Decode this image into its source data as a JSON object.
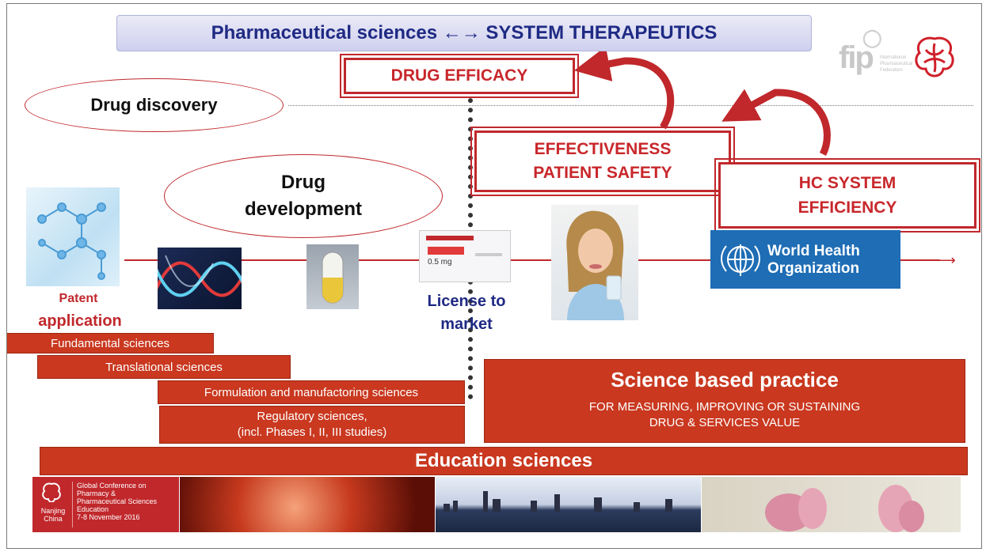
{
  "title": "Pharmaceutical sciences ←→ SYSTEM THERAPEUTICS",
  "fip_logo": {
    "text": "fip",
    "small_text": [
      "International",
      "Pharmaceutical",
      "Federation"
    ]
  },
  "boxes": {
    "drug_efficacy": "DRUG EFFICACY",
    "effectiveness": [
      "EFFECTIVENESS",
      "PATIENT SAFETY"
    ],
    "hc_system": [
      "HC SYSTEM",
      "EFFICIENCY"
    ]
  },
  "ellipses": {
    "discovery": "Drug discovery",
    "development": [
      "Drug",
      "development"
    ]
  },
  "labels": {
    "patent": "Patent",
    "application": "application",
    "license": [
      "License to",
      "market"
    ]
  },
  "who": {
    "line1": "World Health",
    "line2": "Organization"
  },
  "package_text": {
    "dose": "0.5 mg"
  },
  "sciences": {
    "fundamental": "Fundamental sciences",
    "translational": "Translational sciences",
    "formulation": "Formulation and manufactoring sciences",
    "regulatory": [
      "Regulatory sciences,",
      "(incl. Phases I, II, III studies)"
    ]
  },
  "practice": {
    "title": "Science based practice",
    "lines": [
      "FOR MEASURING, IMPROVING OR SUSTAINING",
      "DRUG & SERVICES VALUE"
    ]
  },
  "education": "Education sciences",
  "conference": {
    "lines": [
      "Global Conference on",
      "Pharmacy &",
      "Pharmaceutical Sciences",
      "Education",
      "7-8 November 2016"
    ],
    "city": [
      "Nanjing",
      "China"
    ]
  },
  "colors": {
    "accent": "#c0282c",
    "title": "#1f2a84",
    "bar": "#c9381f",
    "who": "#1e6db5"
  }
}
